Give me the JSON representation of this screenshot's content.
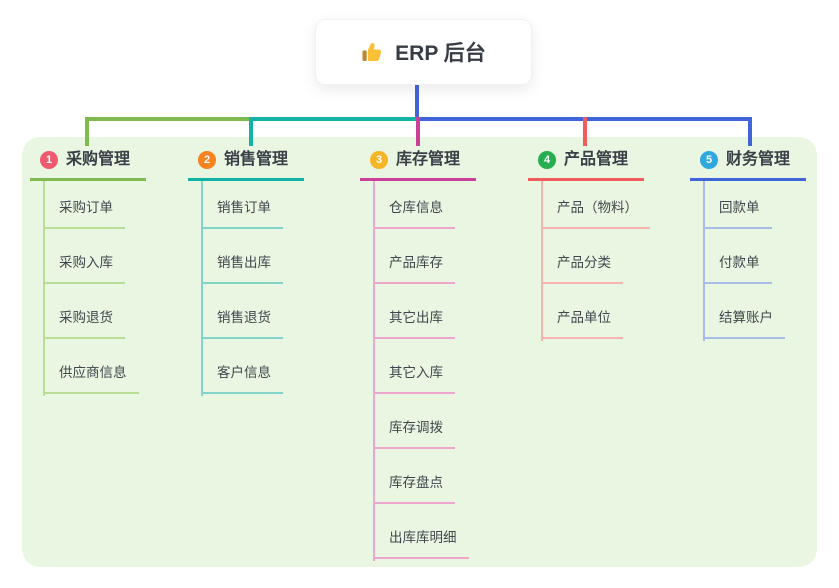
{
  "root": {
    "title": "ERP 后台",
    "icon": "thumbs-up",
    "connector_color": "#4164d9"
  },
  "colors": {
    "page_background": "#ffffff",
    "container_background": "#e9f7e2",
    "text": "#3a3f47",
    "card_background": "#ffffff"
  },
  "branches": [
    {
      "badge": "1",
      "label": "采购管理",
      "badge_color": "#ef5b6e",
      "line_color": "#7eba4d",
      "light_color": "#b9dd95",
      "children": [
        "采购订单",
        "采购入库",
        "采购退货",
        "供应商信息"
      ]
    },
    {
      "badge": "2",
      "label": "销售管理",
      "badge_color": "#f68220",
      "line_color": "#12b2a6",
      "light_color": "#82d4c9",
      "children": [
        "销售订单",
        "销售出库",
        "销售退货",
        "客户信息"
      ]
    },
    {
      "badge": "3",
      "label": "库存管理",
      "badge_color": "#f7b425",
      "line_color": "#c84097",
      "light_color": "#efa6ce",
      "children": [
        "仓库信息",
        "产品库存",
        "其它出库",
        "其它入库",
        "库存调拨",
        "库存盘点",
        "出库库明细"
      ]
    },
    {
      "badge": "4",
      "label": "产品管理",
      "badge_color": "#27ae51",
      "line_color": "#f15b5b",
      "light_color": "#f8b3af",
      "children": [
        "产品（物料）",
        "产品分类",
        "产品单位"
      ]
    },
    {
      "badge": "5",
      "label": "财务管理",
      "badge_color": "#2ea8de",
      "line_color": "#4164d9",
      "light_color": "#a8bbe9",
      "children": [
        "回款单",
        "付款单",
        "结算账户"
      ]
    }
  ]
}
